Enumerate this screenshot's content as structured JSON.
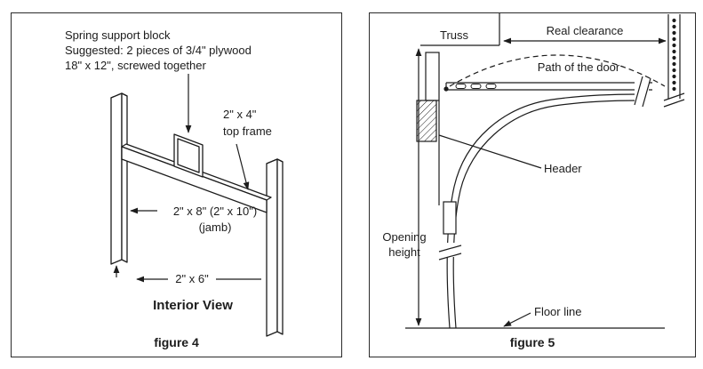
{
  "colors": {
    "line": "#1c1c1c"
  },
  "figure4": {
    "annotation_lines": [
      "Spring support block",
      "Suggested: 2 pieces of 3/4\" plywood",
      "18\" x 12\", screwed together"
    ],
    "top_frame_label_lines": [
      "2\" x 4\"",
      "top frame"
    ],
    "jamb_label_line1": "2\" x 8\" (2\" x 10\")",
    "jamb_label_line2": "(jamb)",
    "bottom_label": "2\" x 6\"",
    "view_title": "Interior View",
    "caption": "figure 4"
  },
  "figure5": {
    "truss_label": "Truss",
    "real_clearance_label": "Real clearance",
    "path_label": "Path of the door",
    "header_label": "Header",
    "opening_height_lines": [
      "Opening",
      "height"
    ],
    "floor_line_label": "Floor line",
    "caption": "figure 5"
  }
}
